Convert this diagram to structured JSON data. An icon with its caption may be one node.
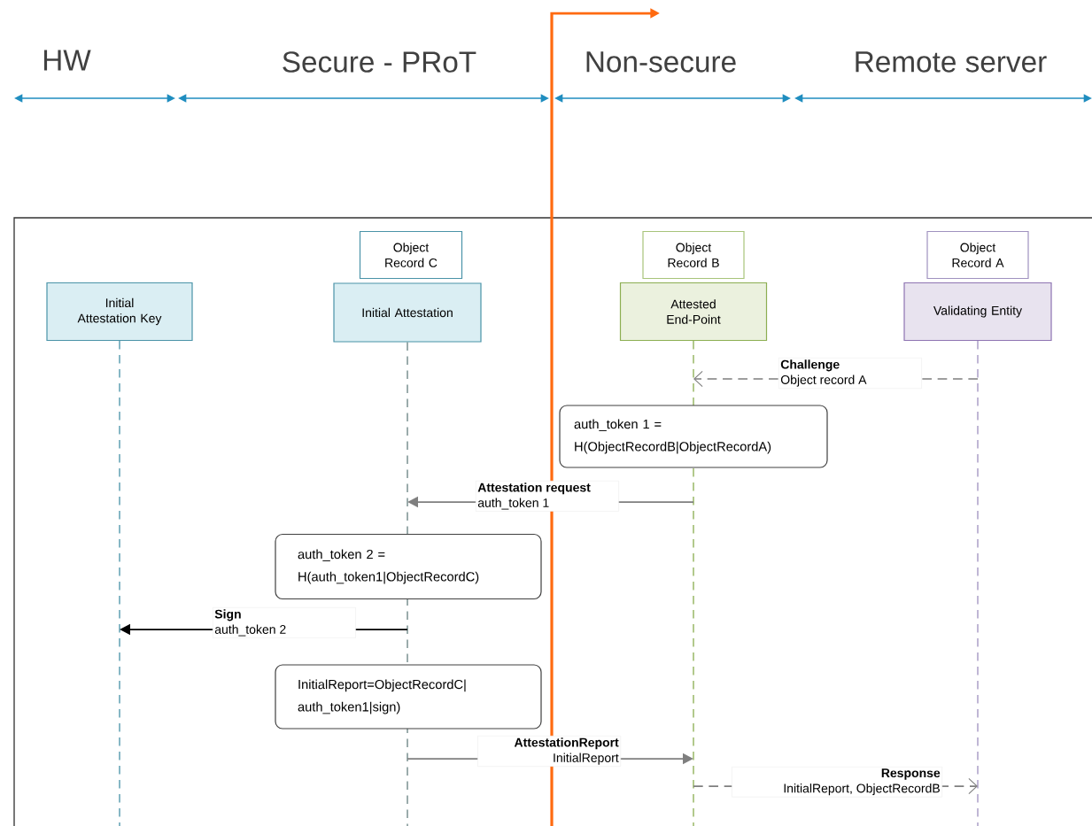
{
  "diagram": {
    "nodes": [
      {
        "text": [
          "Initial Attestation Key"
        ]
      },
      {
        "text": [
          "Object Record C"
        ]
      },
      {
        "text": [
          "Initial Attestation"
        ]
      },
      {
        "text": [
          "Object Record B"
        ]
      },
      {
        "text": [
          "Attested End-Point"
        ]
      },
      {
        "text": [
          "Object Record A"
        ]
      },
      {
        "text": [
          "Validating Entity"
        ]
      },
      {
        "text": [
          "auth_token 1 = H(ObjectRecordB|ObjectRecordA)"
        ]
      },
      {
        "text": [
          "auth_token 2 = H(auth_token1|ObjectRecordC)"
        ]
      },
      {
        "text": [
          "InitialReport=ObjectRecordC| auth_token1|sign)"
        ]
      }
    ],
    "edges": [
      {
        "from": 6,
        "to": 4,
        "arrow": "to",
        "label": "**Challenge** Object record A",
        "style": "dashed"
      },
      {
        "from": 4,
        "to": 2,
        "arrow": "to",
        "label": "**Attestation request** auth_token 1"
      },
      {
        "from": 2,
        "to": 0,
        "arrow": "to",
        "label": "**Sign** auth_token 2",
        "color": "#000000"
      },
      {
        "from": 2,
        "to": 4,
        "arrow": "to",
        "label": "**AttestationReport** InitialReport"
      },
      {
        "from": 4,
        "to": 6,
        "arrow": "to",
        "label": "**Response** InitialReport, ObjectRecordB",
        "style": "dashed"
      }
    ],
    "labels": [
      "HW",
      "Secure - PRoT",
      "Non-secure",
      "Remote server"
    ]
  }
}
